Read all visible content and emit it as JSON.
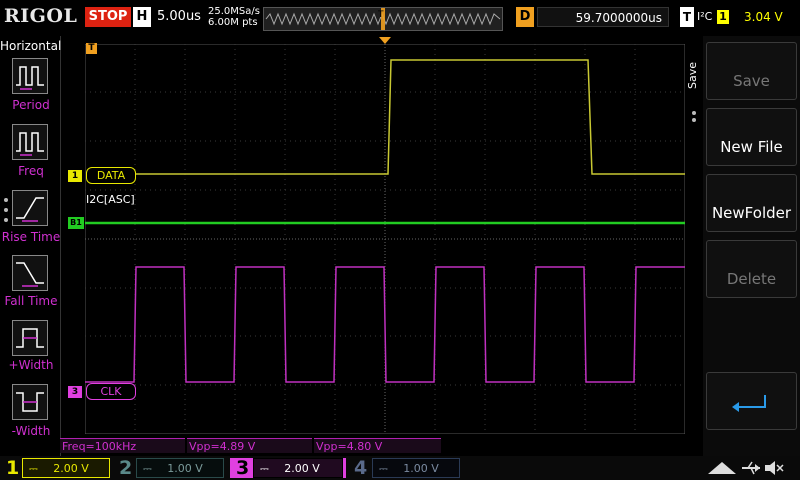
{
  "topbar": {
    "logo": "RIGOL",
    "run_state": "STOP",
    "horizontal_badge": "H",
    "timebase": "5.00us",
    "sample_rate": "25.0MSa/s",
    "mem_depth": "6.00M pts",
    "delay_badge": "D",
    "delay": "59.7000000us",
    "trigger_badge": "T",
    "trigger_type": "I²C",
    "trigger_source": "1",
    "trigger_level": "3.04 V"
  },
  "left_menu": {
    "title": "Horizontal",
    "items": [
      {
        "label": "Period"
      },
      {
        "label": "Freq"
      },
      {
        "label": "Rise Time"
      },
      {
        "label": "Fall Time"
      },
      {
        "label": "+Width"
      },
      {
        "label": "-Width"
      }
    ]
  },
  "screen": {
    "ch1_label": "DATA",
    "ch1_marker": "1",
    "bus_label": "I2C[ASC]",
    "bus_marker": "B1",
    "ch3_label": "CLK",
    "ch3_marker": "3",
    "trigger_marker": "T"
  },
  "right_menu": {
    "tab": "Save",
    "buttons": [
      {
        "label": "Save",
        "enabled": false
      },
      {
        "label": "New File",
        "enabled": true
      },
      {
        "label": "NewFolder",
        "enabled": true
      },
      {
        "label": "Delete",
        "enabled": false
      }
    ]
  },
  "measurements": {
    "freq": "Freq=100kHz",
    "vpp1": "Vpp=4.89 V",
    "vpp3": "Vpp=4.80 V"
  },
  "channels": [
    {
      "num": "1",
      "scale": "2.00 V",
      "color": "#e8e800",
      "active": true
    },
    {
      "num": "2",
      "scale": "1.00 V",
      "color": "#5a8a8a",
      "active": false
    },
    {
      "num": "3",
      "scale": "2.00 V",
      "color": "#e040e0",
      "active": true
    },
    {
      "num": "4",
      "scale": "1.00 V",
      "color": "#5a6a8a",
      "active": false
    }
  ],
  "colors": {
    "ch1": "#c8c832",
    "ch3": "#c030c0",
    "bus": "#22cc22",
    "trigger": "#f0a020"
  }
}
